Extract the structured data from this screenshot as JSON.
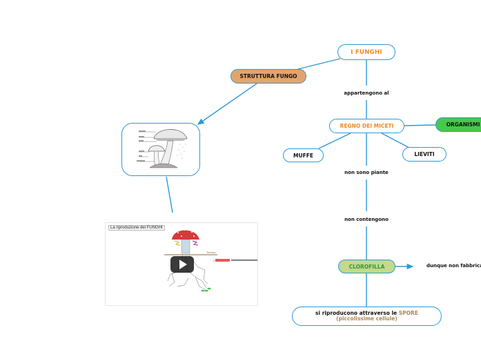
{
  "map": {
    "root": {
      "label": "I FUNGHI"
    },
    "structure": {
      "label": "STRUTTURA FUNGO",
      "fill": "#e2a46c"
    },
    "kingdom": {
      "label": "REGNO DEI MICETI"
    },
    "organisms": {
      "label": "ORGANISMI",
      "fill": "#46c94b"
    },
    "molds": {
      "label": "MUFFE"
    },
    "yeasts": {
      "label": "LIEVITI"
    },
    "chlorophyll": {
      "label": "CLOROFILLA",
      "fill": "#c3d98b",
      "text_color": "#2e9a3a"
    },
    "reproduction": {
      "label_main": "si riproducono attraverso le ",
      "label_highlight": "SPORE",
      "label_sub": "(piccolissime cellule)"
    },
    "link_labels": {
      "belong_to": "appartengono al",
      "not_plants": "non sono piante",
      "not_contain": "non contengono",
      "therefore": "dunque non fabbrica"
    },
    "colors": {
      "link": "#2a9ad8",
      "accent_orange": "#f08a24",
      "spore": "#a88858"
    }
  },
  "mushroom_image": {
    "parts": [
      "Cappello",
      "Lamelle",
      "Spore",
      "Gambo",
      "Anello",
      "Micelio"
    ]
  },
  "video": {
    "title": "La riproduzione dei FUNGHI",
    "ground_label": "Terreno",
    "legend_number": "1",
    "play_icon": "play-icon"
  }
}
